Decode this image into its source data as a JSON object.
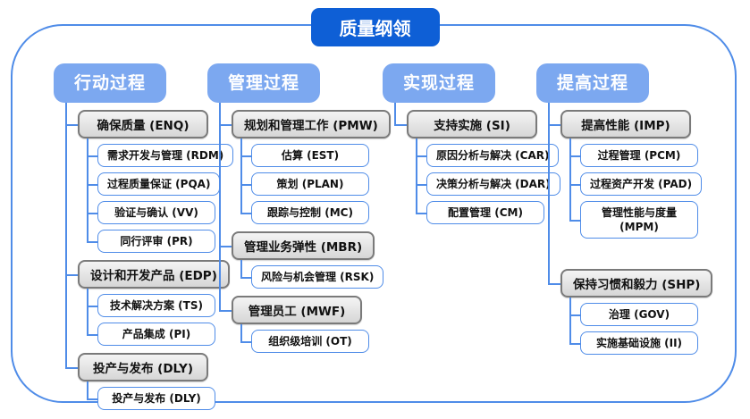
{
  "title": "质量纲领",
  "colors": {
    "title_bg": "#0E5FD6",
    "header_bg": "#7CA8F0",
    "frame_border": "#4F8CE8",
    "connector": "#4F8CE8",
    "group_box_bg": "#D9D9D9",
    "group_box_border": "#7A7A7A",
    "leaf_box_border": "#4F8CE8"
  },
  "columns": [
    {
      "name": "行动过程",
      "groups": [
        {
          "label": "确保质量 (ENQ)",
          "children": [
            "需求开发与管理 (RDM)",
            "过程质量保证 (PQA)",
            "验证与确认 (VV)",
            "同行评审 (PR)"
          ]
        },
        {
          "label": "设计和开发产品 (EDP)",
          "children": [
            "技术解决方案 (TS)",
            "产品集成 (PI)"
          ]
        },
        {
          "label": "投产与发布 (DLY)",
          "children": [
            "投产与发布 (DLY)"
          ]
        }
      ]
    },
    {
      "name": "管理过程",
      "groups": [
        {
          "label": "规划和管理工作 (PMW)",
          "children": [
            "估算 (EST)",
            "策划 (PLAN)",
            "跟踪与控制 (MC)"
          ]
        },
        {
          "label": "管理业务弹性 (MBR)",
          "children": [
            "风险与机会管理 (RSK)"
          ]
        },
        {
          "label": "管理员工 (MWF)",
          "children": [
            "组织级培训 (OT)"
          ]
        }
      ]
    },
    {
      "name": "实现过程",
      "groups": [
        {
          "label": "支持实施 (SI)",
          "children": [
            "原因分析与解决 (CAR)",
            "决策分析与解决 (DAR)",
            "配置管理 (CM)"
          ]
        }
      ]
    },
    {
      "name": "提高过程",
      "groups": [
        {
          "label": "提高性能 (IMP)",
          "children": [
            "过程管理 (PCM)",
            "过程资产开发 (PAD)",
            "管理性能与度量\n(MPM)"
          ]
        },
        {
          "label": "保持习惯和毅力 (SHP)",
          "children": [
            "治理 (GOV)",
            "实施基础设施 (II)"
          ]
        }
      ]
    }
  ]
}
